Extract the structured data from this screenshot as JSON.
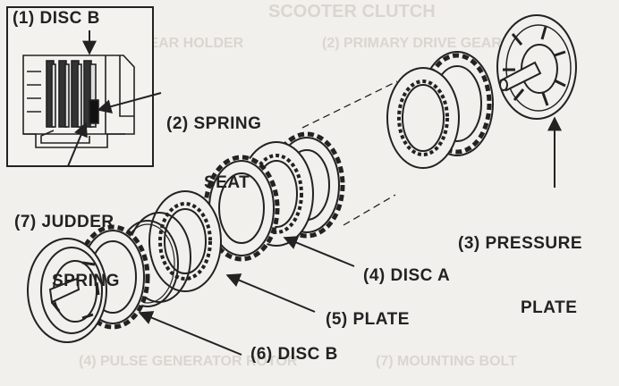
{
  "callouts": {
    "disc_b_inset": "(1) DISC B",
    "spring_seat_line1": "(2) SPRING",
    "spring_seat_line2": "SEAT",
    "pressure_plate_line1": "(3) PRESSURE",
    "pressure_plate_line2": "PLATE",
    "disc_a": "(4) DISC A",
    "plate": "(5) PLATE",
    "disc_b": "(6) DISC B",
    "judder_spring_line1": "(7) JUDDER",
    "judder_spring_line2": "SPRING"
  },
  "show_through": {
    "top_left": "SCOOTER CLUTCH",
    "top_gear_holder": "(1) GEAR HOLDER",
    "top_primary": "(2) PRIMARY DRIVE GEAR",
    "bottom_pulse": "(4) PULSE GENERATOR ROTOR",
    "bottom_mounting": "(7) MOUNTING BOLT"
  },
  "colors": {
    "paper": "#f2f0ec",
    "ink": "#222222",
    "faint_ink": "#d9d6d0"
  }
}
